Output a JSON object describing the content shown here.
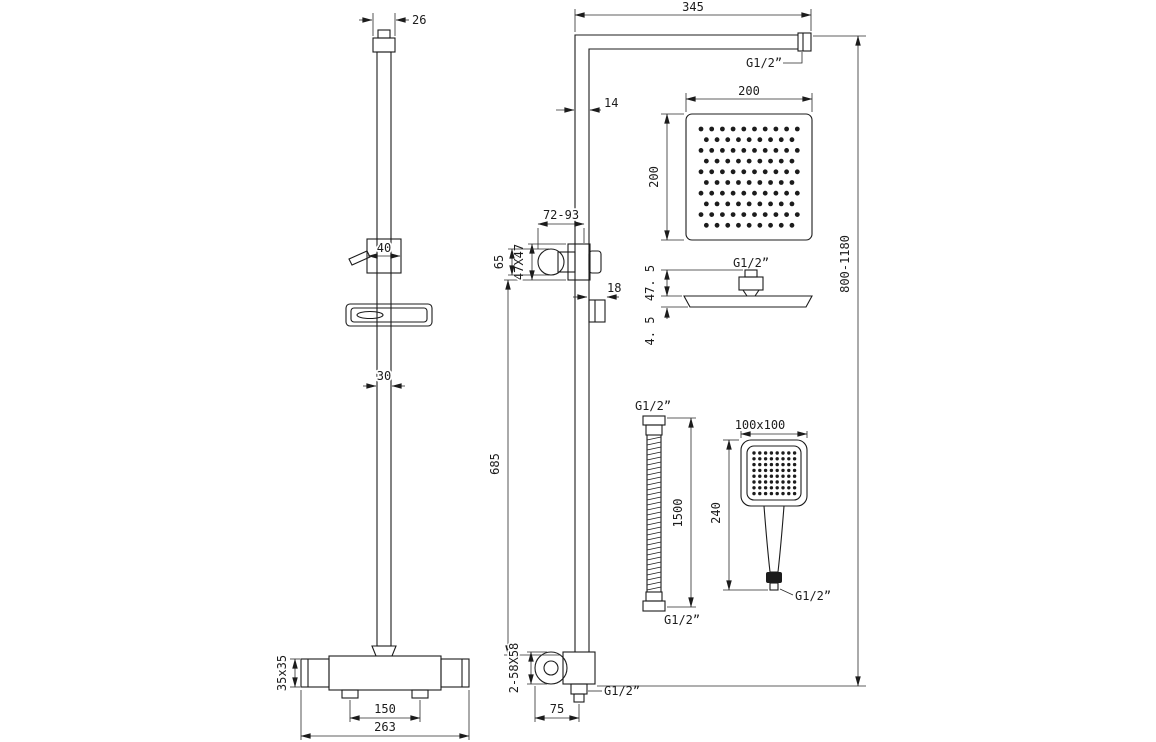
{
  "drawing": {
    "front_view": {
      "dim_top_width": "26",
      "dim_slider": "40",
      "dim_rail": "30",
      "dim_valve_body": "35x35",
      "dim_inlet_spacing": "150",
      "dim_overall_width": "263"
    },
    "side_view": {
      "dim_arm_length": "345",
      "arm_thread": "G1/2”",
      "dim_pipe": "14",
      "dim_wall_clearance": "72-93",
      "dim_bracket": "47X47",
      "dim_flange": "65",
      "dim_slider_depth": "18",
      "dim_lower_pipe": "685",
      "dim_wall_plate": "2-58X58",
      "outlet_thread": "G1/2”",
      "dim_outlet_offset": "75",
      "dim_height_range": "800-1180"
    },
    "head_face": {
      "dim_width": "200",
      "dim_height": "200"
    },
    "head_side": {
      "thread": "G1/2”",
      "dim_connector_height": "47. 5",
      "dim_thickness": "4. 5"
    },
    "hose": {
      "thread_top": "G1/2”",
      "dim_length": "1500",
      "thread_bottom": "G1/2”"
    },
    "hand_shower": {
      "dim_face": "100x100",
      "dim_length": "240",
      "thread": "G1/2”"
    }
  }
}
